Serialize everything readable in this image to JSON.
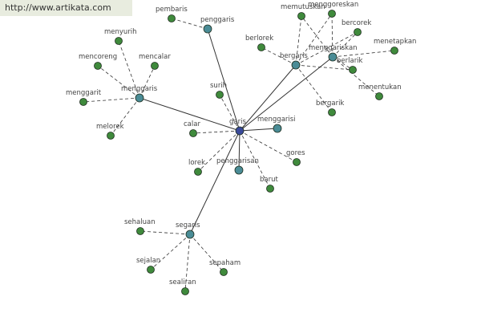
{
  "watermark": "http://www.artikata.com",
  "colors": {
    "center": "#3a4a9a",
    "hub": "#4a8c96",
    "leaf": "#3f8a3c",
    "solid_edge": "#333333",
    "dashed_edge": "#333333"
  },
  "nodes": [
    {
      "id": "garis",
      "label": "garis",
      "kind": "center"
    },
    {
      "id": "penggaris",
      "label": "penggaris",
      "kind": "hub"
    },
    {
      "id": "menggaris",
      "label": "menggaris",
      "kind": "hub"
    },
    {
      "id": "bergaris",
      "label": "bergaris",
      "kind": "hub"
    },
    {
      "id": "menggariskan",
      "label": "menggariskan",
      "kind": "hub"
    },
    {
      "id": "menggarisi",
      "label": "menggarisi",
      "kind": "hub"
    },
    {
      "id": "penggarisan",
      "label": "penggarisan",
      "kind": "hub"
    },
    {
      "id": "segaris",
      "label": "segaris",
      "kind": "hub"
    },
    {
      "id": "pembaris",
      "label": "pembaris",
      "kind": "leaf"
    },
    {
      "id": "menyurih",
      "label": "menyurih",
      "kind": "leaf"
    },
    {
      "id": "mencoreng",
      "label": "mencoreng",
      "kind": "leaf"
    },
    {
      "id": "mencalar",
      "label": "mencalar",
      "kind": "leaf"
    },
    {
      "id": "menggarit",
      "label": "menggarit",
      "kind": "leaf"
    },
    {
      "id": "melorek",
      "label": "melorek",
      "kind": "leaf"
    },
    {
      "id": "surih",
      "label": "surih",
      "kind": "leaf"
    },
    {
      "id": "calar",
      "label": "calar",
      "kind": "leaf"
    },
    {
      "id": "lorek",
      "label": "lorek",
      "kind": "leaf"
    },
    {
      "id": "barut",
      "label": "barut",
      "kind": "leaf"
    },
    {
      "id": "gores",
      "label": "gores",
      "kind": "leaf"
    },
    {
      "id": "berlorek",
      "label": "berlorek",
      "kind": "leaf"
    },
    {
      "id": "memutuskan",
      "label": "memutuskan",
      "kind": "leaf"
    },
    {
      "id": "menggoreskan",
      "label": "menggoreskan",
      "kind": "leaf"
    },
    {
      "id": "bercorek",
      "label": "bercorek",
      "kind": "leaf"
    },
    {
      "id": "menetapkan",
      "label": "menetapkan",
      "kind": "leaf"
    },
    {
      "id": "berlarik",
      "label": "berlarik",
      "kind": "leaf"
    },
    {
      "id": "menentukan",
      "label": "menentukan",
      "kind": "leaf"
    },
    {
      "id": "bergarik",
      "label": "bergarik",
      "kind": "leaf"
    },
    {
      "id": "sehaluan",
      "label": "sehaluan",
      "kind": "leaf"
    },
    {
      "id": "sejalan",
      "label": "sejalan",
      "kind": "leaf"
    },
    {
      "id": "sealiran",
      "label": "sealiran",
      "kind": "leaf"
    },
    {
      "id": "sepaham",
      "label": "sepaham",
      "kind": "leaf"
    }
  ],
  "edges": [
    {
      "from": "garis",
      "to": "penggaris",
      "style": "solid"
    },
    {
      "from": "garis",
      "to": "menggaris",
      "style": "solid"
    },
    {
      "from": "garis",
      "to": "bergaris",
      "style": "solid"
    },
    {
      "from": "garis",
      "to": "menggariskan",
      "style": "solid"
    },
    {
      "from": "garis",
      "to": "menggarisi",
      "style": "solid"
    },
    {
      "from": "garis",
      "to": "penggarisan",
      "style": "solid"
    },
    {
      "from": "garis",
      "to": "segaris",
      "style": "solid"
    },
    {
      "from": "garis",
      "to": "surih",
      "style": "dashed"
    },
    {
      "from": "garis",
      "to": "calar",
      "style": "dashed"
    },
    {
      "from": "garis",
      "to": "lorek",
      "style": "dashed"
    },
    {
      "from": "garis",
      "to": "barut",
      "style": "dashed"
    },
    {
      "from": "garis",
      "to": "gores",
      "style": "dashed"
    },
    {
      "from": "penggaris",
      "to": "pembaris",
      "style": "dashed"
    },
    {
      "from": "menggaris",
      "to": "menyurih",
      "style": "dashed"
    },
    {
      "from": "menggaris",
      "to": "mencoreng",
      "style": "dashed"
    },
    {
      "from": "menggaris",
      "to": "mencalar",
      "style": "dashed"
    },
    {
      "from": "menggaris",
      "to": "menggarit",
      "style": "dashed"
    },
    {
      "from": "menggaris",
      "to": "melorek",
      "style": "dashed"
    },
    {
      "from": "bergaris",
      "to": "berlorek",
      "style": "dashed"
    },
    {
      "from": "bergaris",
      "to": "memutuskan",
      "style": "dashed"
    },
    {
      "from": "bergaris",
      "to": "menggoreskan",
      "style": "dashed"
    },
    {
      "from": "bergaris",
      "to": "bercorek",
      "style": "dashed"
    },
    {
      "from": "bergaris",
      "to": "berlarik",
      "style": "dashed"
    },
    {
      "from": "bergaris",
      "to": "bergarik",
      "style": "dashed"
    },
    {
      "from": "menggariskan",
      "to": "memutuskan",
      "style": "dashed"
    },
    {
      "from": "menggariskan",
      "to": "menggoreskan",
      "style": "dashed"
    },
    {
      "from": "menggariskan",
      "to": "bercorek",
      "style": "dashed"
    },
    {
      "from": "menggariskan",
      "to": "menetapkan",
      "style": "dashed"
    },
    {
      "from": "menggariskan",
      "to": "berlarik",
      "style": "dashed"
    },
    {
      "from": "menggariskan",
      "to": "menentukan",
      "style": "dashed"
    },
    {
      "from": "segaris",
      "to": "sehaluan",
      "style": "dashed"
    },
    {
      "from": "segaris",
      "to": "sejalan",
      "style": "dashed"
    },
    {
      "from": "segaris",
      "to": "sealiran",
      "style": "dashed"
    },
    {
      "from": "segaris",
      "to": "sepaham",
      "style": "dashed"
    }
  ]
}
